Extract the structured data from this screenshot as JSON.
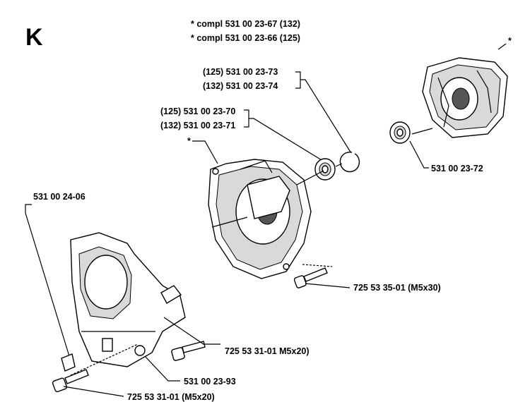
{
  "section_letter": "K",
  "header": {
    "line1": "*  compl 531 00 23-67 (132)",
    "line2": "*  compl 531 00 23-66 (125)"
  },
  "labels": {
    "circlip_125": "(125) 531 00 23-73",
    "circlip_132": "(132) 531 00 23-74",
    "bearing_125": "(125) 531 00 23-70",
    "bearing_132": "(132) 531 00 23-71",
    "crankcase_star": "*",
    "right_half_star": "*",
    "right_bearing": "531 00 23-72",
    "cover": "531 00 24-06",
    "screw_m5x30": "725 53 35-01 (M5x30)",
    "screw_m5x20_a": "725 53 31-01 M5x20)",
    "plug": "531 00 23-93",
    "screw_m5x20_b": "725 53 31-01 (M5x20)"
  }
}
